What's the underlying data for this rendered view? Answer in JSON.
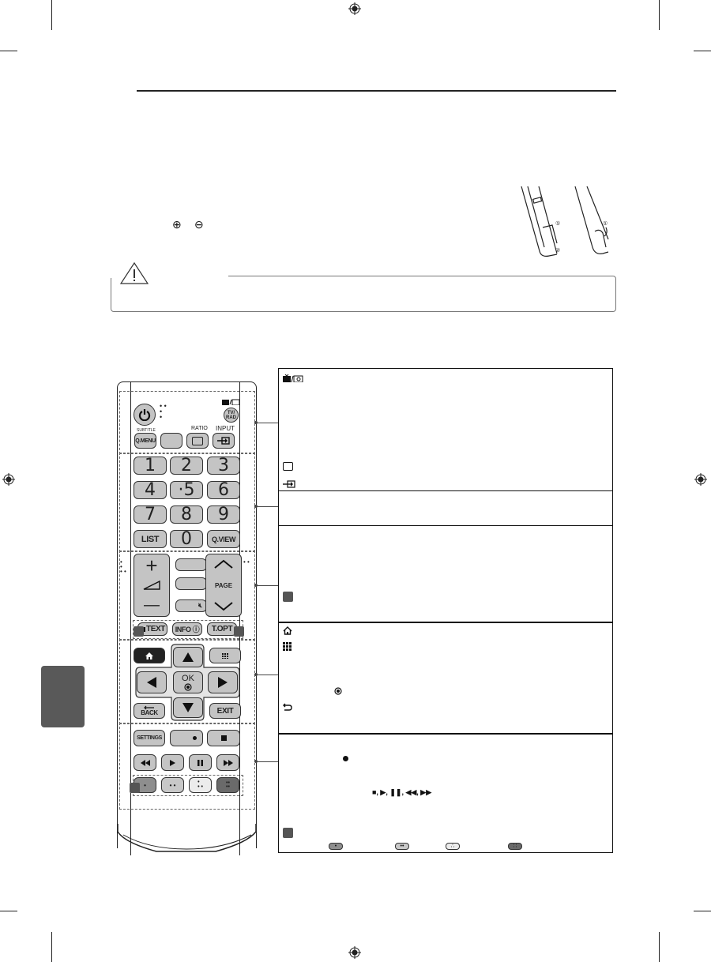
{
  "page": {
    "type": "manual-page",
    "print_marks": {
      "registration_marks": [
        "top-center",
        "left-middle",
        "right-middle",
        "bottom-center"
      ],
      "crop_marks": [
        "top-left",
        "top-right",
        "bottom-left",
        "bottom-right"
      ]
    },
    "side_tab_color": "#595959"
  },
  "battery_section": {
    "polarity_symbols": [
      "⊕",
      "⊖"
    ],
    "illustration": "remote-battery-cover-illustration"
  },
  "caution": {
    "icon": "warning-triangle-icon"
  },
  "remote": {
    "top_group": {
      "power_icon": "power-icon",
      "tv_rad_top_label": "TV/RAD icon",
      "tv_rad_label": "TV/ RAD",
      "subtitle_label": "SUBTITLE",
      "qmenu_label": "Q.MENU",
      "ratio_label": "RATIO",
      "input_label": "INPUT"
    },
    "numpad": {
      "keys": [
        "1",
        "2",
        "3",
        "4",
        "·5",
        "6",
        "7",
        "8",
        "9"
      ],
      "list_label": "LIST",
      "zero_label": "0",
      "qview_label": "Q.VIEW"
    },
    "volume_group": {
      "vol_plus": "+",
      "vol_minus": "—",
      "page_label": "PAGE",
      "text_label": "TEXT",
      "info_label": "INFO ⓘ",
      "topt_label": "T.OPT"
    },
    "nav_group": {
      "home_icon": "home-icon",
      "apps_icon": "grid-icon",
      "ok_label": "OK",
      "back_label": "BACK",
      "exit_label": "EXIT"
    },
    "media_group": {
      "settings_label": "SETTINGS",
      "color_buttons": [
        {
          "name": "red",
          "dots": 1,
          "color": "#8e8e8e"
        },
        {
          "name": "green",
          "dots": 2,
          "color": "#c8c8c8"
        },
        {
          "name": "yellow",
          "dots": 3,
          "color": "#ececec"
        },
        {
          "name": "blue",
          "dots": 4,
          "color": "#6a6a6a"
        }
      ]
    }
  },
  "descriptions": {
    "rows": [
      {
        "id": "row-power-input",
        "icons": [
          "tv-radio-icon",
          "ratio-icon",
          "input-icon"
        ]
      },
      {
        "id": "row-numpad",
        "icons": []
      },
      {
        "id": "row-volume",
        "icons": [
          "marker-square-icon"
        ]
      },
      {
        "id": "row-navigation",
        "icons": [
          "home-icon",
          "grid-icon",
          "ok-circle-icon",
          "back-arrow-icon"
        ]
      },
      {
        "id": "row-media",
        "icons": [
          "record-dot-icon",
          "media-controls-icon",
          "marker-square-icon"
        ],
        "media_controls_text": "■, ▶, ❚❚, ◀◀, ▶▶"
      }
    ]
  }
}
